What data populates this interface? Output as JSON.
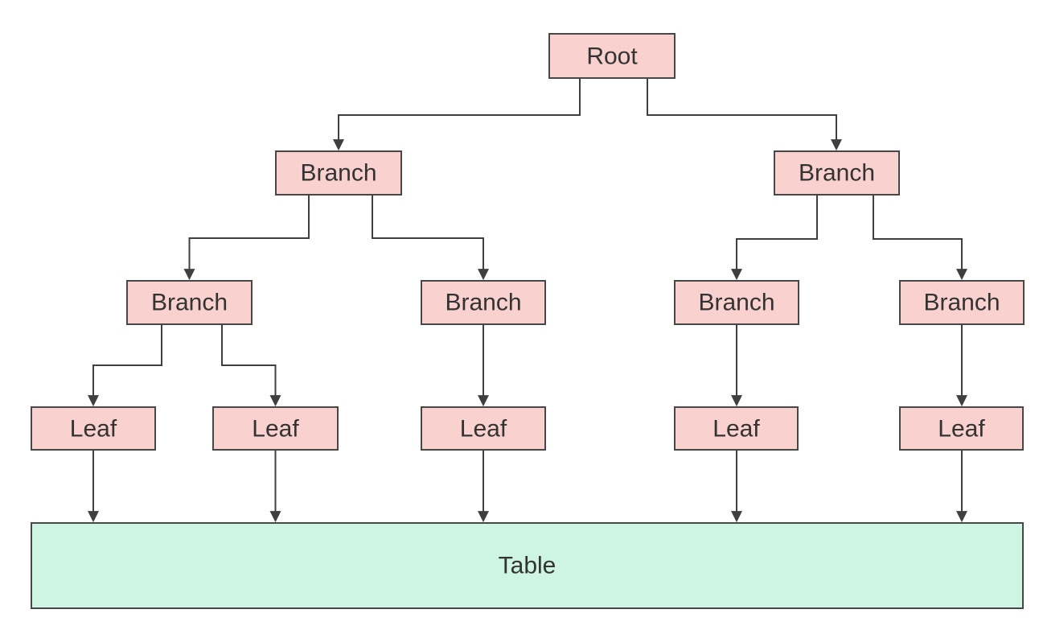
{
  "diagram": {
    "type": "tree",
    "nodes": {
      "root": {
        "label": "Root"
      },
      "level1": [
        {
          "label": "Branch"
        },
        {
          "label": "Branch"
        }
      ],
      "level2": [
        {
          "label": "Branch"
        },
        {
          "label": "Branch"
        },
        {
          "label": "Branch"
        },
        {
          "label": "Branch"
        }
      ],
      "leaves": [
        {
          "label": "Leaf"
        },
        {
          "label": "Leaf"
        },
        {
          "label": "Leaf"
        },
        {
          "label": "Leaf"
        },
        {
          "label": "Leaf"
        }
      ],
      "table": {
        "label": "Table"
      }
    },
    "edges": [
      [
        "root",
        "level1.0"
      ],
      [
        "root",
        "level1.1"
      ],
      [
        "level1.0",
        "level2.0"
      ],
      [
        "level1.0",
        "level2.1"
      ],
      [
        "level1.1",
        "level2.2"
      ],
      [
        "level1.1",
        "level2.3"
      ],
      [
        "level2.0",
        "leaves.0"
      ],
      [
        "level2.0",
        "leaves.1"
      ],
      [
        "level2.1",
        "leaves.2"
      ],
      [
        "level2.2",
        "leaves.3"
      ],
      [
        "level2.3",
        "leaves.4"
      ],
      [
        "leaves.0",
        "table"
      ],
      [
        "leaves.1",
        "table"
      ],
      [
        "leaves.2",
        "table"
      ],
      [
        "leaves.3",
        "table"
      ],
      [
        "leaves.4",
        "table"
      ]
    ],
    "colors": {
      "node_fill": "#F9D1CE",
      "node_stroke": "#474747",
      "table_fill": "#CEF5E4",
      "edge": "#3F3F3F",
      "text": "#333333",
      "background": "#FFFFFF"
    }
  }
}
